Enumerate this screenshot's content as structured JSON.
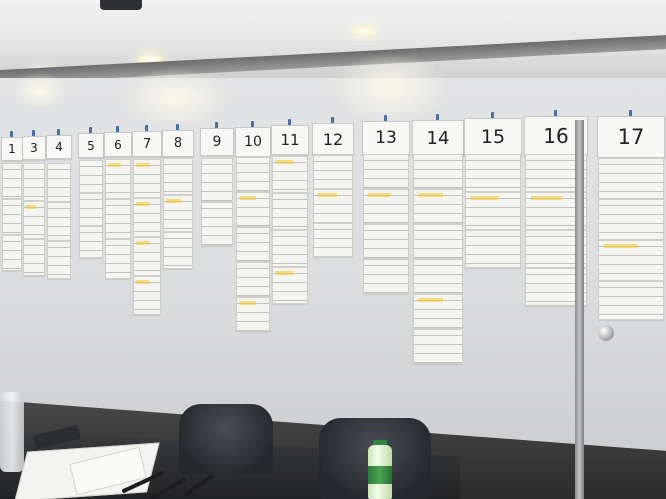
{
  "columns": [
    {
      "number": "1"
    },
    {
      "number": "3"
    },
    {
      "number": "4"
    },
    {
      "number": "5"
    },
    {
      "number": "6"
    },
    {
      "number": "7"
    },
    {
      "number": "8"
    },
    {
      "number": "9"
    },
    {
      "number": "10"
    },
    {
      "number": "11"
    },
    {
      "number": "12"
    },
    {
      "number": "13"
    },
    {
      "number": "14"
    },
    {
      "number": "15"
    },
    {
      "number": "16"
    },
    {
      "number": "17"
    }
  ],
  "colors": {
    "highlight": "#f5c828",
    "pin": "#4a6fa5",
    "bottle_label": "#2f7d3a"
  }
}
